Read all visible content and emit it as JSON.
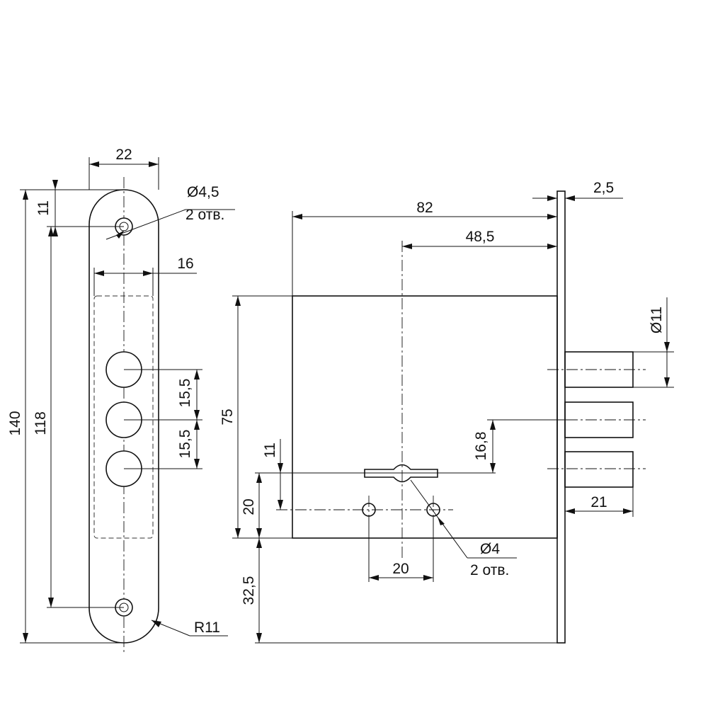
{
  "faceplate": {
    "width_dim": "22",
    "hole_spacing_top_dim": "11",
    "mount_hole_dim": "Ø4,5",
    "mount_hole_count": "2 отв.",
    "inner_width_dim": "16",
    "bolt_pitch_upper_dim": "15,5",
    "bolt_pitch_lower_dim": "15,5",
    "overall_height_dim": "140",
    "hole_center_dim": "118",
    "end_radius_dim": "R11"
  },
  "lock_body": {
    "depth_dim": "82",
    "backset_dim": "48,5",
    "faceplate_thickness_dim": "2,5",
    "bolt_diameter_dim": "Ø11",
    "body_height_dim": "75",
    "keyhole_offset_dim": "11",
    "bolt_offset_dim": "16,8",
    "hole_height_dim": "20",
    "bottom_offset_dim": "32,5",
    "bolt_throw_dim": "21",
    "hole_spacing_dim": "20",
    "fixing_hole_dim": "Ø4",
    "fixing_hole_count": "2 отв."
  }
}
